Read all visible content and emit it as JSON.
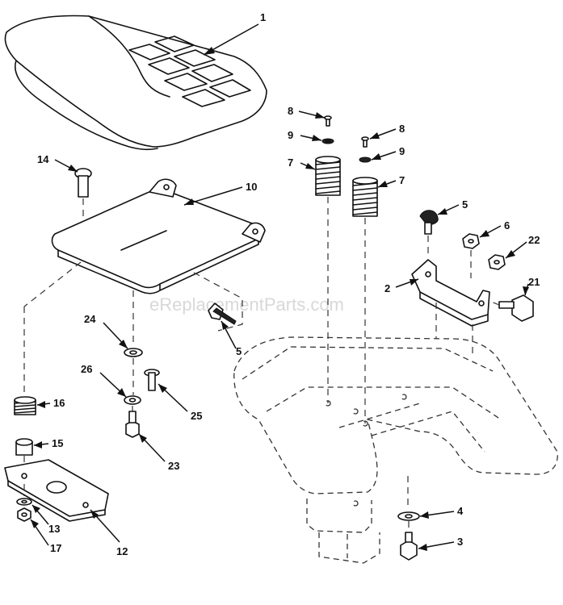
{
  "watermark": "eReplacementParts.com",
  "callouts": {
    "c1": "1",
    "c2": "2",
    "c3": "3",
    "c4": "4",
    "c5a": "5",
    "c5b": "5",
    "c6": "6",
    "c7a": "7",
    "c7b": "7",
    "c8a": "8",
    "c8b": "8",
    "c9a": "9",
    "c9b": "9",
    "c10": "10",
    "c12": "12",
    "c13": "13",
    "c14": "14",
    "c15": "15",
    "c16": "16",
    "c17": "17",
    "c21": "21",
    "c22": "22",
    "c23": "23",
    "c24": "24",
    "c25": "25",
    "c26": "26"
  }
}
